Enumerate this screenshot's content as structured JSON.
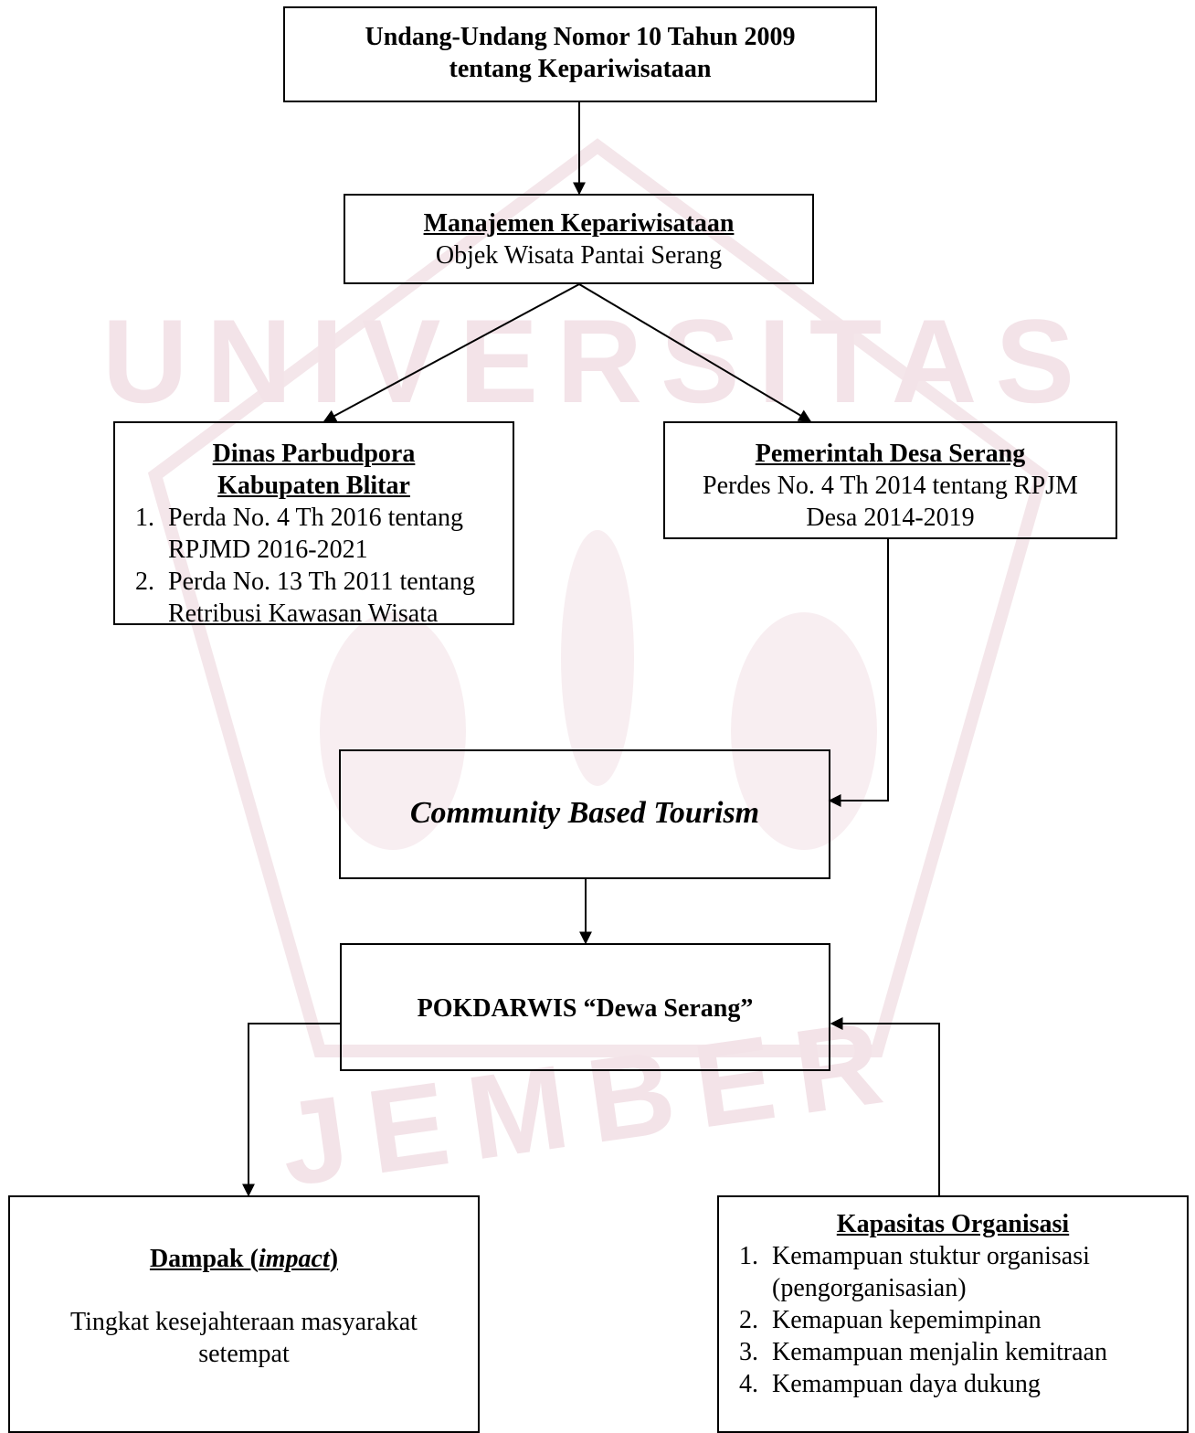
{
  "boxes": {
    "law": {
      "line1": "Undang-Undang Nomor 10 Tahun 2009",
      "line2": "tentang Kepariwisataan"
    },
    "management": {
      "title": "Manajemen Kepariwisataan",
      "subtitle": "Objek Wisata Pantai Serang"
    },
    "dinas": {
      "title_line1": "Dinas Parbudpora",
      "title_line2": "Kabupaten Blitar",
      "items": [
        {
          "num": "1.",
          "line1": "Perda No. 4 Th 2016 tentang",
          "line2": "RPJMD 2016-2021"
        },
        {
          "num": "2.",
          "line1": "Perda No. 13 Th 2011 tentang",
          "line2": "Retribusi Kawasan Wisata"
        }
      ]
    },
    "desa": {
      "title": "Pemerintah Desa Serang",
      "line1": "Perdes No. 4 Th 2014 tentang RPJM",
      "line2": "Desa 2014-2019"
    },
    "cbt": {
      "text": "Community Based Tourism"
    },
    "pokdarwis": {
      "text": "POKDARWIS “Dewa Serang”"
    },
    "dampak": {
      "title_main": "Dampak (",
      "title_italic": "impact",
      "title_end": ")",
      "line1": "Tingkat kesejahteraan masyarakat",
      "line2": "setempat"
    },
    "kapasitas": {
      "title": "Kapasitas Organisasi",
      "items": [
        {
          "num": "1.",
          "line1": "Kemampuan stuktur organisasi",
          "line2": "(pengorganisasian)"
        },
        {
          "num": "2.",
          "line1": "Kemapuan kepemimpinan"
        },
        {
          "num": "3.",
          "line1": "Kemampuan menjalin kemitraan"
        },
        {
          "num": "4.",
          "line1": "Kemampuan daya dukung"
        }
      ]
    }
  },
  "watermark": {
    "text_top": "UNIVERSITAS",
    "text_bottom": "JEMBER",
    "color": "#f3e3e8"
  }
}
